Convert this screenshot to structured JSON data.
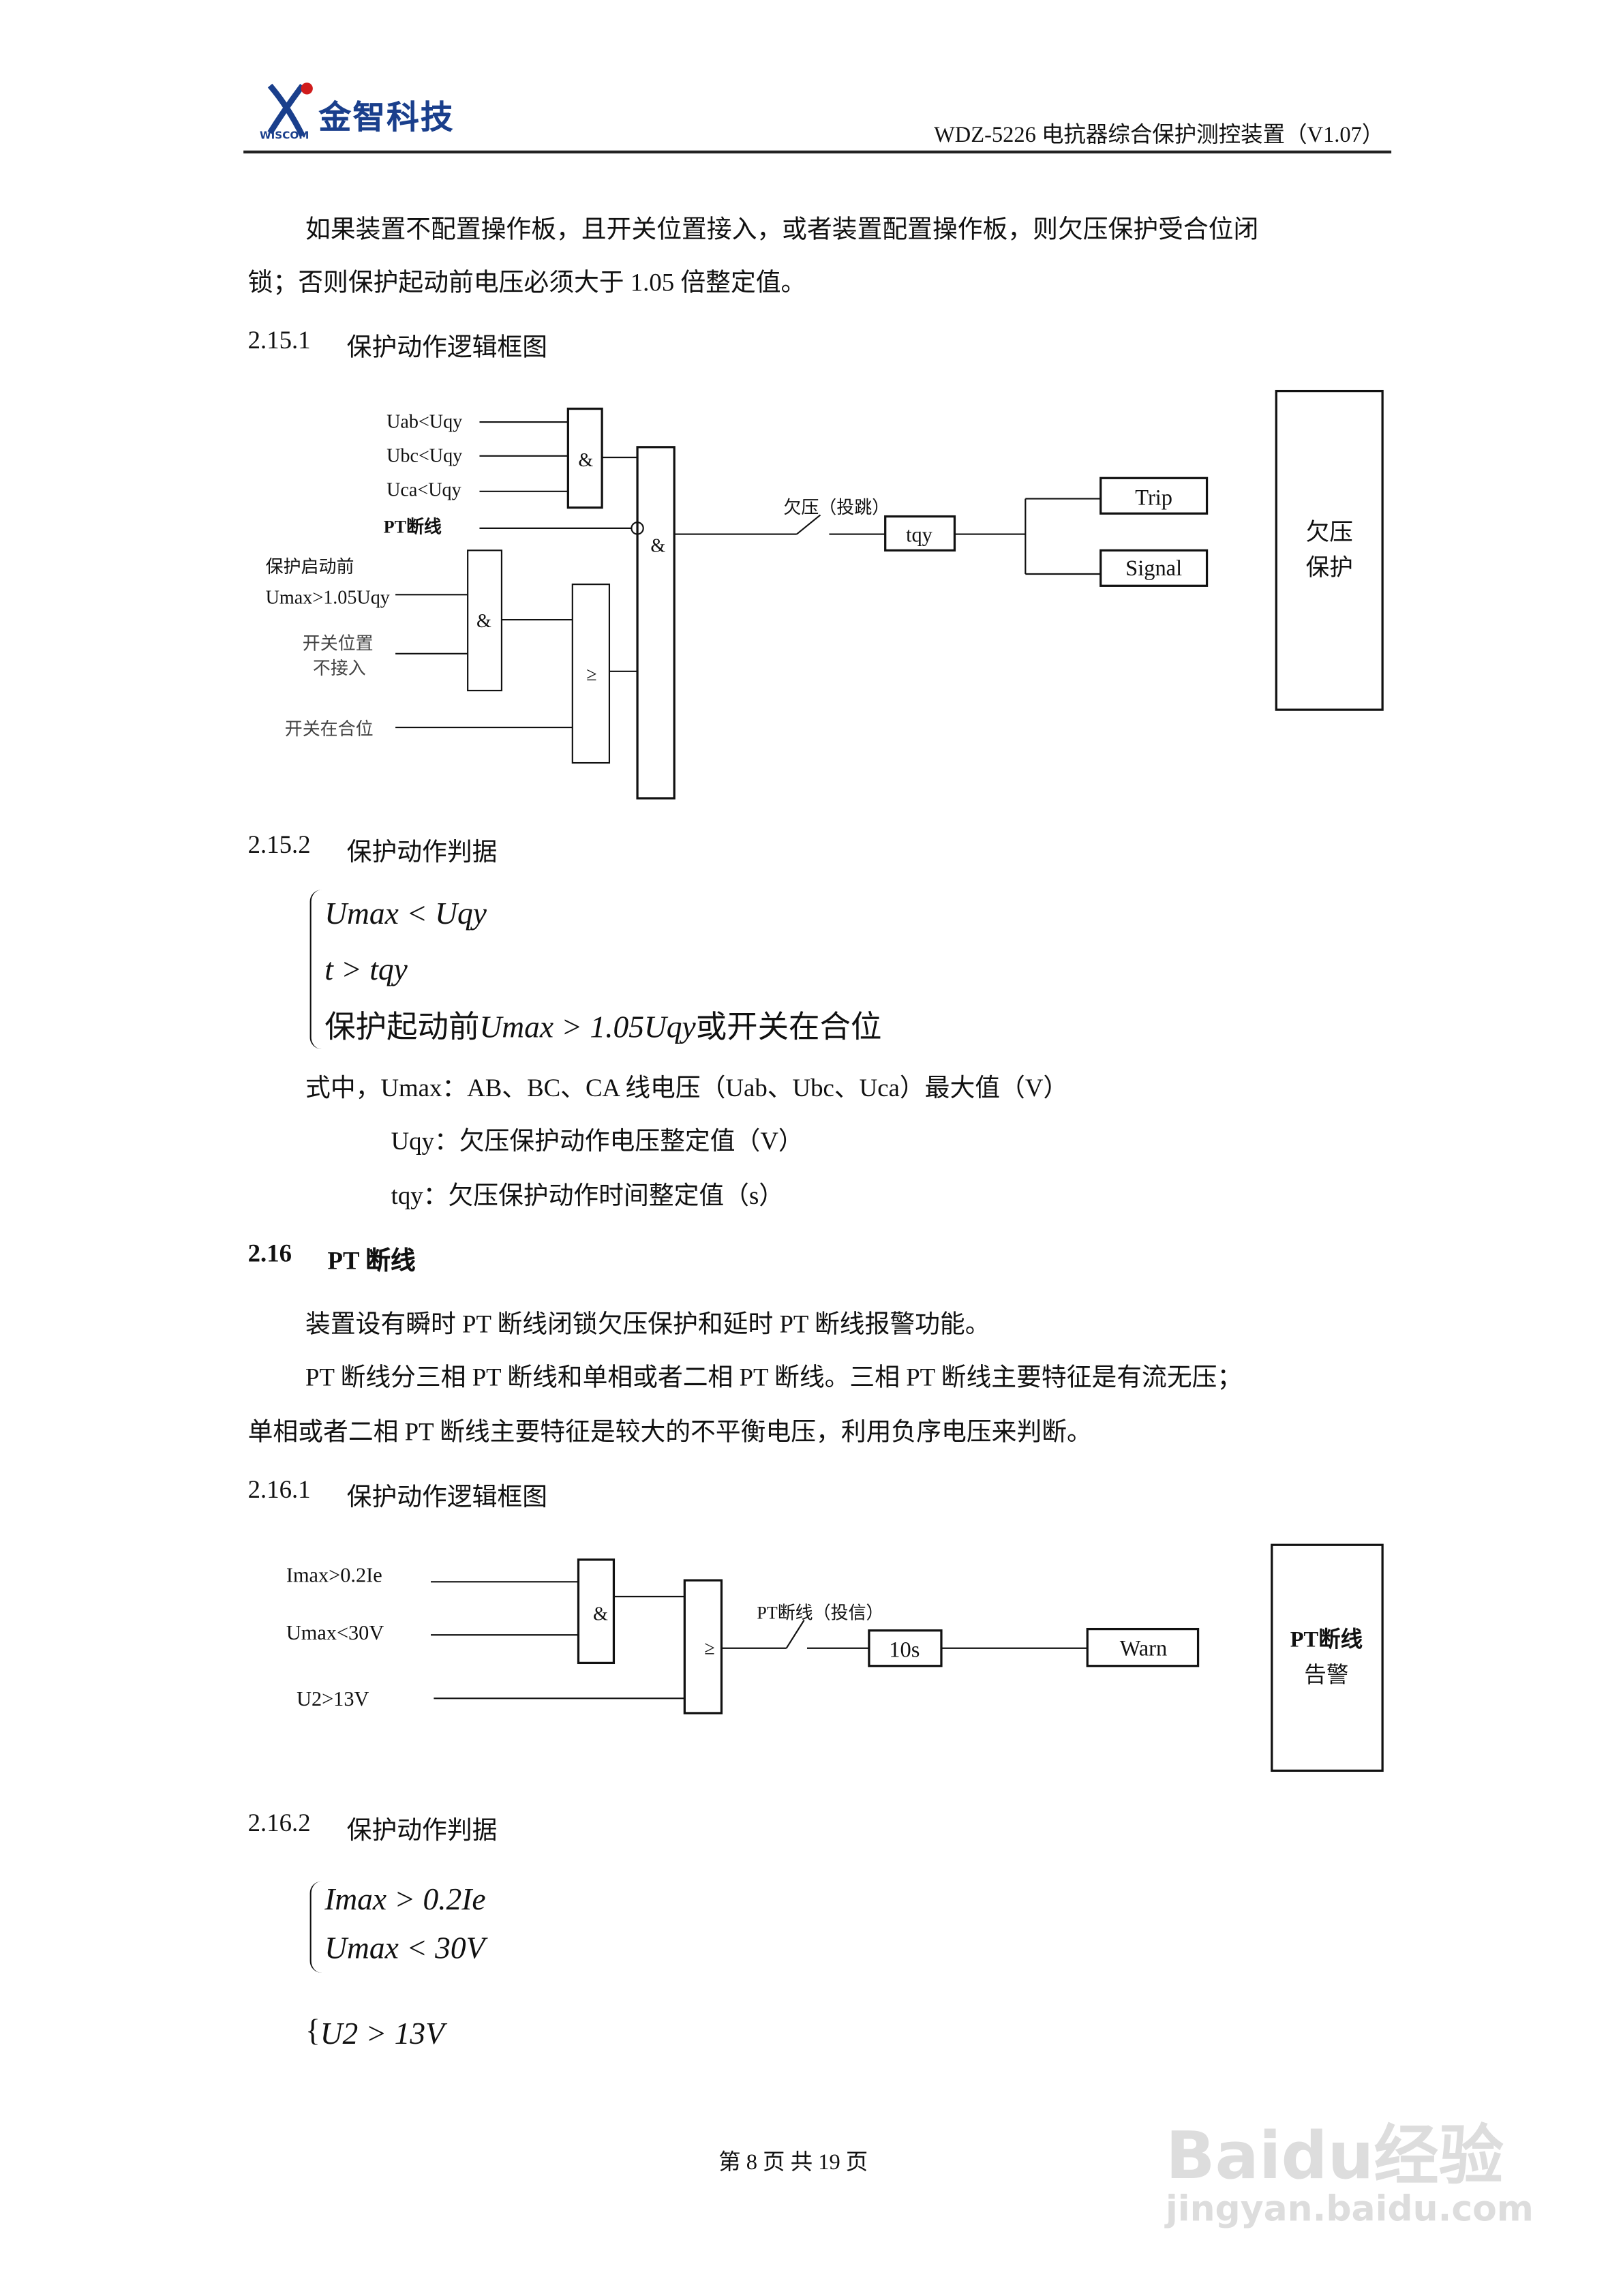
{
  "header": {
    "logo_cn": "金智科技",
    "logo_en": "WISCOM",
    "doc_title": "WDZ-5226 电抗器综合保护测控装置（V1.07）"
  },
  "intro": {
    "line1": "如果装置不配置操作板，且开关位置接入，或者装置配置操作板，则欠压保护受合位闭",
    "line2": "锁；否则保护起动前电压必须大于 1.05 倍整定值。"
  },
  "s2151": {
    "num": "2.15.1",
    "title": "保护动作逻辑框图"
  },
  "diagram1": {
    "in_uab": "Uab<Uqy",
    "in_ubc": "Ubc<Uqy",
    "in_uca": "Uca<Uqy",
    "in_pt": "PT断线",
    "in_start1": "保护启动前",
    "in_start2": "Umax>1.05Uqy",
    "in_switch1": "开关位置",
    "in_switch2": "不接入",
    "in_closed": "开关在合位",
    "and": "&",
    "or": "≥",
    "switch_label": "欠压（投跳）",
    "timer": "tqy",
    "out_trip": "Trip",
    "out_signal": "Signal",
    "func1": "欠压",
    "func2": "保护"
  },
  "s2152": {
    "num": "2.15.2",
    "title": "保护动作判据"
  },
  "criteria1": {
    "c1": "Umax < Uqy",
    "c2": "t > tqy",
    "c3_pre": "保护起动前",
    "c3_mid": "Umax > 1.05Uqy",
    "c3_post": "或开关在合位"
  },
  "legend1": {
    "l1": "式中，Umax：AB、BC、CA 线电压（Uab、Ubc、Uca）最大值（V）",
    "l2": "Uqy：欠压保护动作电压整定值（V）",
    "l3": "tqy：欠压保护动作时间整定值（s）"
  },
  "s216": {
    "num": "2.16",
    "title": "PT 断线"
  },
  "pt_text": {
    "p1": "装置设有瞬时 PT 断线闭锁欠压保护和延时 PT 断线报警功能。",
    "p2a": "PT 断线分三相 PT 断线和单相或者二相 PT 断线。三相 PT 断线主要特征是有流无压；",
    "p2b": "单相或者二相 PT 断线主要特征是较大的不平衡电压，利用负序电压来判断。"
  },
  "s2161": {
    "num": "2.16.1",
    "title": "保护动作逻辑框图"
  },
  "diagram2": {
    "in_imax": "Imax>0.2Ie",
    "in_umax": "Umax<30V",
    "in_u2": "U2>13V",
    "and": "&",
    "or": "≥",
    "switch_label": "PT断线（投信）",
    "timer": "10s",
    "out_warn": "Warn",
    "func1": "PT断线",
    "func2": "告警"
  },
  "s2162": {
    "num": "2.16.2",
    "title": "保护动作判据"
  },
  "criteria2": {
    "c1": "Imax > 0.2Ie",
    "c2": "Umax < 30V",
    "c3": "U2 > 13V"
  },
  "footer": {
    "page": "第 8 页 共 19 页"
  },
  "watermark": {
    "brand": "Baidu经验",
    "url": "jingyan.baidu.com"
  }
}
